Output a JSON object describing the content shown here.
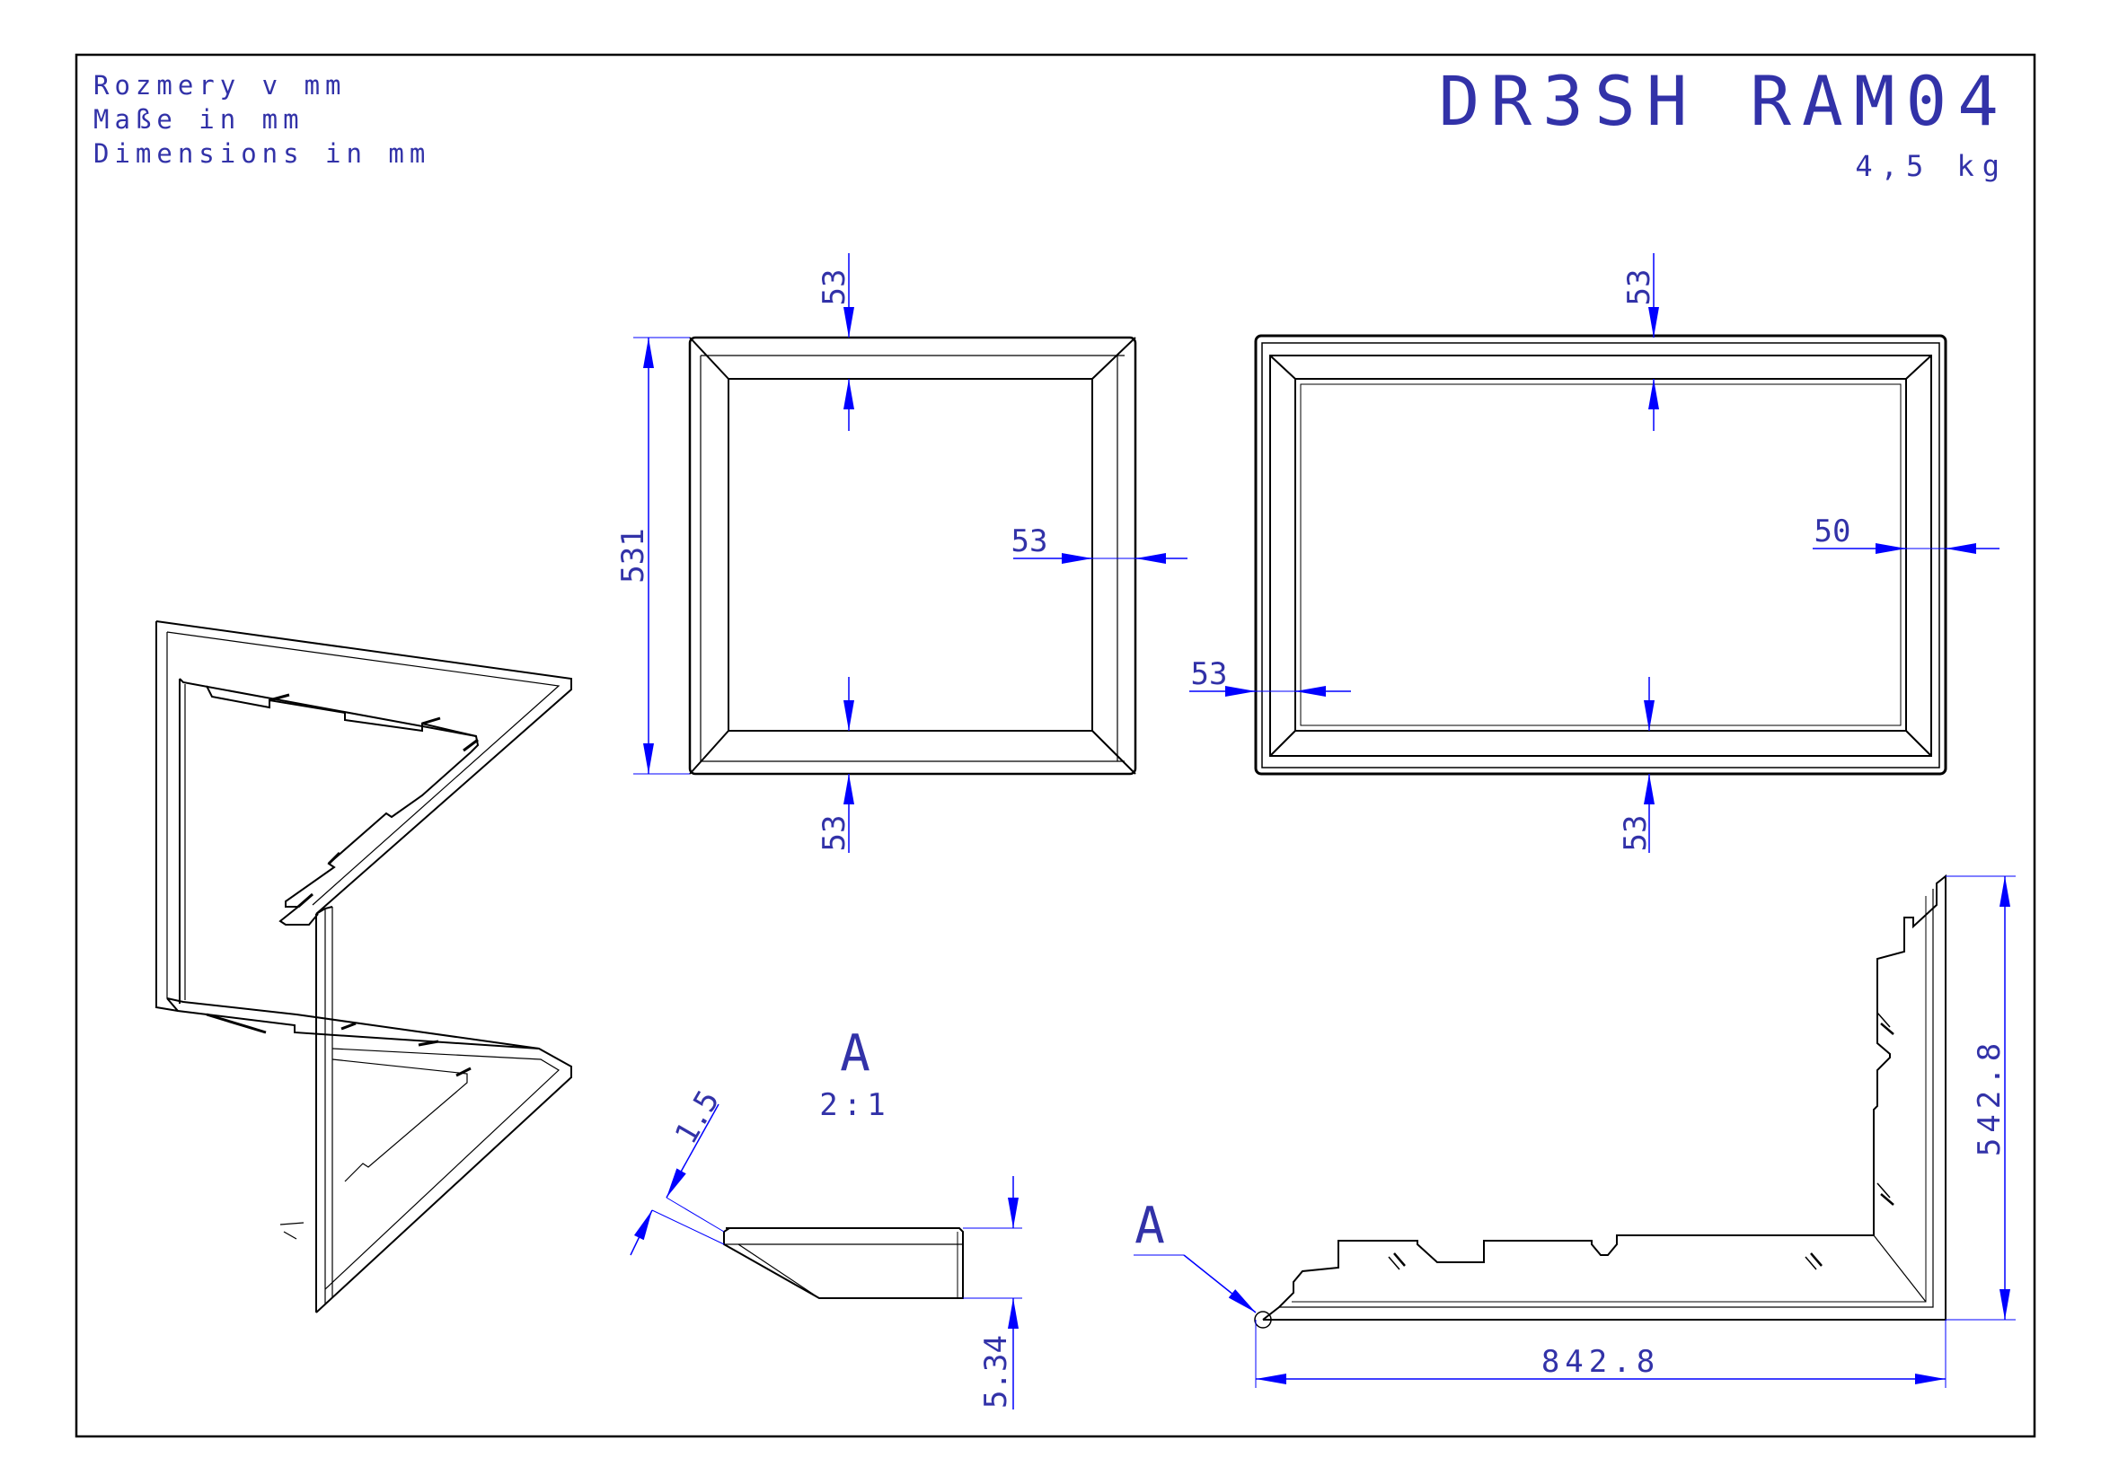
{
  "notes": {
    "line1": "Rozmery v mm",
    "line2": "Maße in mm",
    "line3": "Dimensions in mm"
  },
  "title": {
    "part_code": "DR3SH RAM04",
    "weight": "4,5 kg"
  },
  "detail": {
    "label": "A",
    "scale": "2:1",
    "callout_label": "A"
  },
  "dimensions": {
    "front_top": "53",
    "front_bottom": "53",
    "front_right": "53",
    "front_height": "531",
    "rear_top": "53",
    "rear_bottom": "53",
    "rear_left": "53",
    "rear_right": "50",
    "thickness": "1.5",
    "profile_height": "5.34",
    "flat_width": "842.8",
    "flat_height": "542.8"
  },
  "colors": {
    "line": "#000000",
    "dimension": "#3232a8",
    "arrow": "#0000ff"
  }
}
